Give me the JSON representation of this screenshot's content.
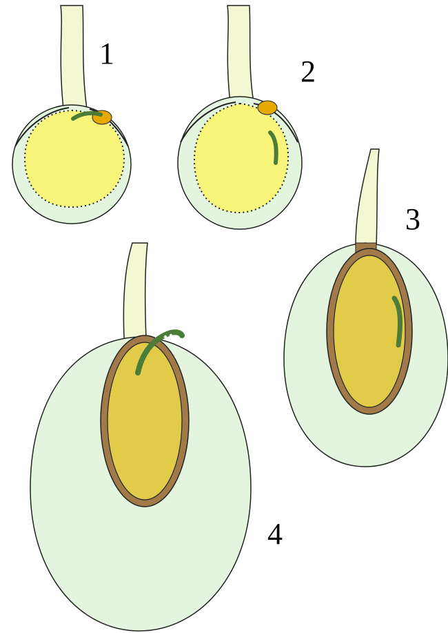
{
  "colors": {
    "background": "#ffffff",
    "outer_tissue": "#e3f5df",
    "stalk": "#f3f7d2",
    "inner_sac_early": "#f8f57a",
    "inner_sac_late": "#e2cb48",
    "sac_wall": "#a27a4a",
    "embryo": "#4b7d39",
    "pollen": "#e6a900",
    "outline": "#222222"
  },
  "stages": [
    {
      "label": "1"
    },
    {
      "label": "2"
    },
    {
      "label": "3"
    },
    {
      "label": "4"
    }
  ]
}
